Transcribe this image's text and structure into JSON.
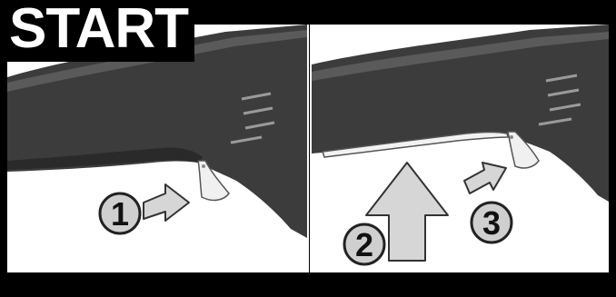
{
  "title": "START",
  "steps": [
    {
      "number": "1"
    },
    {
      "number": "2"
    },
    {
      "number": "3"
    }
  ],
  "icons": {
    "arrow": "arrow-icon",
    "device": "device-handle-illustration"
  },
  "colors": {
    "frame": "#000000",
    "panel_bg": "#ffffff",
    "device_body": "#3c3c3c",
    "arrow_fill": "#d6d6d6",
    "badge_fill": "#cfcfcf"
  }
}
